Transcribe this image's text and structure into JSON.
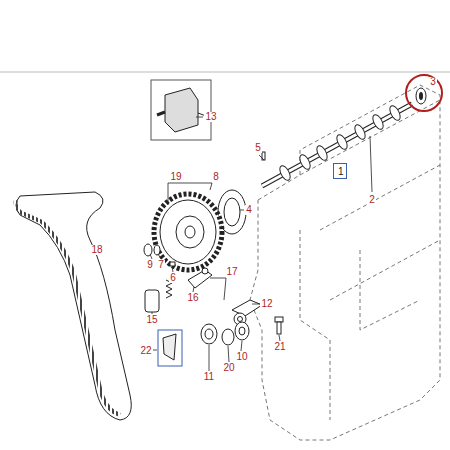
{
  "diagram": {
    "nodes": [
      {
        "text": [
          "1"
        ]
      }
    ],
    "labels": [
      "3",
      "13",
      "5",
      "2",
      "19",
      "8",
      "4",
      "18",
      "9",
      "7",
      "6",
      "17",
      "16",
      "12",
      "15",
      "10",
      "21",
      "20",
      "11",
      "22"
    ]
  }
}
